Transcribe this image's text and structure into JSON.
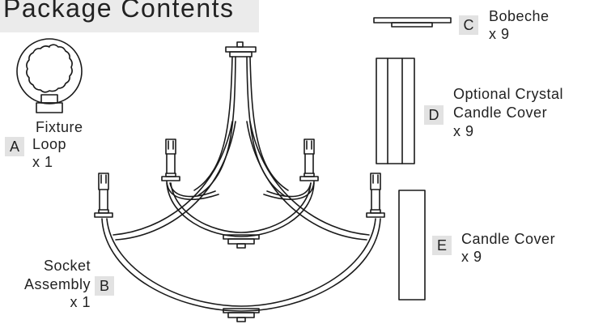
{
  "title": "Package Contents",
  "parts": {
    "a": {
      "letter": "A",
      "name_line1": "Fixture",
      "name_line2": "Loop",
      "qty": "x 1",
      "icon": "fixture-loop-icon"
    },
    "b": {
      "letter": "B",
      "name_line1": "Socket",
      "name_line2": "Assembly",
      "qty": "x 1",
      "icon": "socket-assembly-icon"
    },
    "c": {
      "letter": "C",
      "name_line1": "Bobeche",
      "qty": "x 9",
      "icon": "bobeche-icon"
    },
    "d": {
      "letter": "D",
      "name_line1": "Optional Crystal",
      "name_line2": "Candle Cover",
      "qty": "x 9",
      "icon": "crystal-candle-cover-icon"
    },
    "e": {
      "letter": "E",
      "name_line1": "Candle Cover",
      "qty": "x 9",
      "icon": "candle-cover-icon"
    }
  },
  "colors": {
    "line": "#1a1a1a",
    "tag_bg": "#e2e2e2",
    "title_bg": "#ebebeb"
  }
}
